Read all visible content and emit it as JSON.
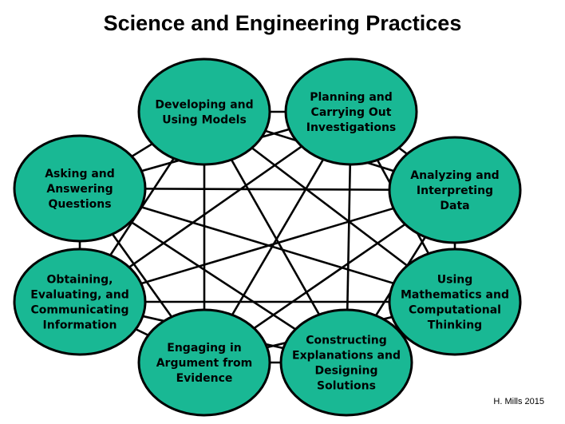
{
  "title": "Science and Engineering Practices",
  "credit": "H. Mills 2015",
  "colors": {
    "node_fill": "#19b894",
    "node_stroke": "#000000",
    "edge": "#000000"
  },
  "nodes": [
    {
      "id": "models",
      "lines": [
        "Developing and",
        "Using Models"
      ]
    },
    {
      "id": "investigations",
      "lines": [
        "Planning and",
        "Carrying Out",
        "Investigations"
      ]
    },
    {
      "id": "data",
      "lines": [
        "Analyzing and",
        "Interpreting",
        "Data"
      ]
    },
    {
      "id": "math",
      "lines": [
        "Using",
        "Mathematics and",
        "Computational",
        "Thinking"
      ]
    },
    {
      "id": "explanations",
      "lines": [
        "Constructing",
        "Explanations and",
        "Designing",
        "Solutions"
      ]
    },
    {
      "id": "argument",
      "lines": [
        "Engaging in",
        "Argument from",
        "Evidence"
      ]
    },
    {
      "id": "information",
      "lines": [
        "Obtaining,",
        "Evaluating, and",
        "Communicating",
        "Information"
      ]
    },
    {
      "id": "questions",
      "lines": [
        "Asking and",
        "Answering",
        "Questions"
      ]
    }
  ],
  "connections": "all-pairs"
}
